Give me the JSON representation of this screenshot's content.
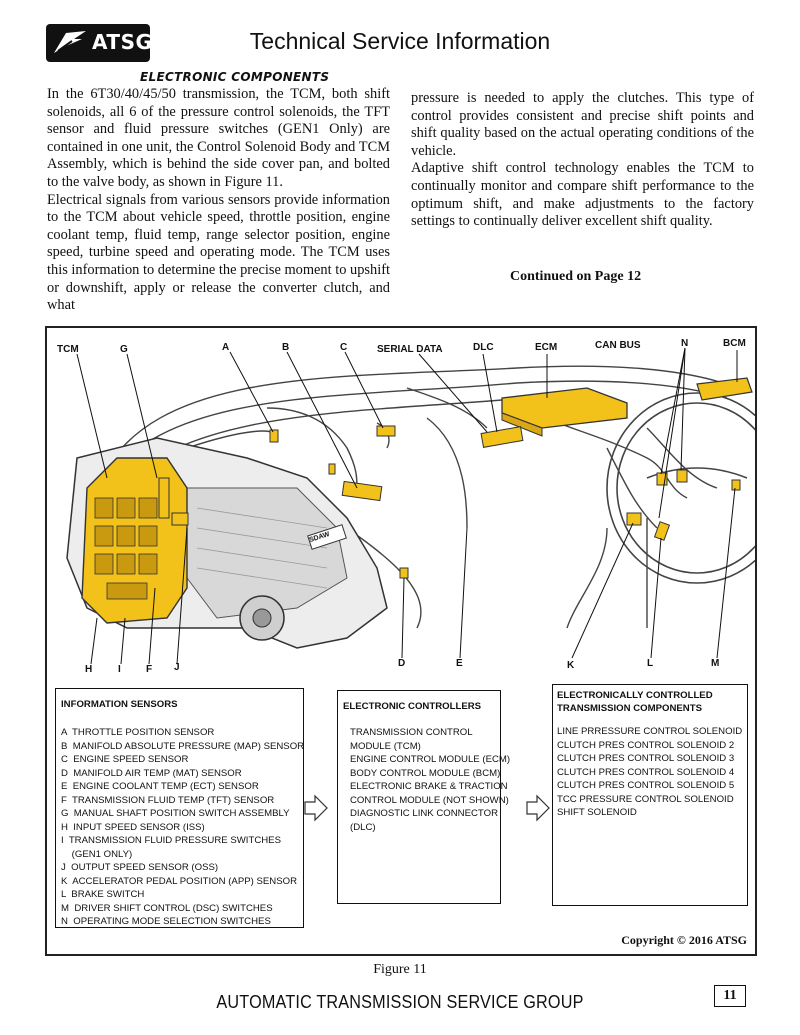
{
  "logo": {
    "text": "ATSG"
  },
  "header": {
    "title": "Technical Service Information"
  },
  "section_heading": "ELECTRONIC COMPONENTS",
  "body": {
    "left_paragraphs": [
      "In the 6T30/40/45/50 transmission, the TCM, both shift solenoids, all 6 of the pressure control solenoids, the TFT sensor and fluid pressure switches (GEN1 Only) are contained in one unit, the Control Solenoid Body and TCM Assembly, which is behind the side cover pan, and bolted to the valve body, as shown in Figure 11.",
      "Electrical signals from various sensors provide information to the TCM about vehicle speed, throttle position, engine coolant temp, fluid temp, range selector position, engine speed, turbine speed and operating mode. The TCM uses this information to determine the precise moment to upshift or downshift, apply or release the converter clutch, and what"
    ],
    "right_paragraphs": [
      "pressure is needed to apply the clutches. This type of control provides consistent and precise shift points and shift quality based on the actual operating conditions of the vehicle.",
      "Adaptive shift control technology enables the TCM to continually monitor and compare shift performance to the optimum shift, and make adjustments to the factory settings to continually deliver excellent shift quality."
    ],
    "continued": "Continued on Page 12"
  },
  "figure": {
    "callouts": {
      "tcm": "TCM",
      "g": "G",
      "a": "A",
      "b": "B",
      "c": "C",
      "serial_data": "SERIAL DATA",
      "dlc": "DLC",
      "ecm": "ECM",
      "can_bus": "CAN BUS",
      "n": "N",
      "bcm": "BCM",
      "h": "H",
      "i": "I",
      "f": "F",
      "j": "J",
      "d": "D",
      "e": "E",
      "k": "K",
      "l": "L",
      "m": "M",
      "sdaw": "SDAW"
    },
    "legend": {
      "sensors": {
        "title": "INFORMATION SENSORS",
        "items": [
          "A  THROTTLE POSITION SENSOR",
          "B  MANIFOLD ABSOLUTE PRESSURE (MAP) SENSOR",
          "C  ENGINE SPEED SENSOR",
          "D  MANIFOLD AIR TEMP (MAT) SENSOR",
          "E  ENGINE COOLANT TEMP (ECT) SENSOR",
          "F  TRANSMISSION FLUID TEMP (TFT) SENSOR",
          "G  MANUAL SHAFT POSITION SWITCH ASSEMBLY",
          "H  INPUT SPEED SENSOR (ISS)",
          "I  TRANSMISSION FLUID PRESSURE SWITCHES",
          "    (GEN1 ONLY)",
          "J  OUTPUT SPEED SENSOR (OSS)",
          "K  ACCELERATOR PEDAL POSITION (APP) SENSOR",
          "L  BRAKE SWITCH",
          "M  DRIVER SHIFT CONTROL (DSC) SWITCHES",
          "N  OPERATING MODE SELECTION SWITCHES"
        ]
      },
      "controllers": {
        "title": "ELECTRONIC CONTROLLERS",
        "items": [
          "TRANSMISSION CONTROL",
          "MODULE (TCM)",
          "",
          "ENGINE CONTROL MODULE (ECM)",
          "",
          "BODY CONTROL MODULE (BCM)",
          "",
          "ELECTRONIC BRAKE & TRACTION",
          "CONTROL MODULE (NOT SHOWN)",
          "",
          "DIAGNOSTIC LINK CONNECTOR",
          "(DLC)"
        ]
      },
      "components": {
        "title_line1": "ELECTRONICALLY CONTROLLED",
        "title_line2": "TRANSMISSION COMPONENTS",
        "items": [
          "LINE PRRESSURE CONTROL SOLENOID",
          "",
          "CLUTCH PRES CONTROL SOLENOID 2",
          "",
          "CLUTCH PRES CONTROL SOLENOID 3",
          "",
          "CLUTCH PRES CONTROL SOLENOID 4",
          "",
          "CLUTCH PRES CONTROL SOLENOID 5",
          "",
          "TCC PRESSURE CONTROL SOLENOID",
          "",
          "SHIFT SOLENOID"
        ]
      }
    },
    "copyright": "Copyright © 2016 ATSG",
    "caption": "Figure 11",
    "colors": {
      "highlight": "#f2c21b",
      "line": "#222222"
    }
  },
  "page": {
    "number": "11"
  },
  "footer": {
    "text": "AUTOMATIC TRANSMISSION SERVICE GROUP"
  }
}
